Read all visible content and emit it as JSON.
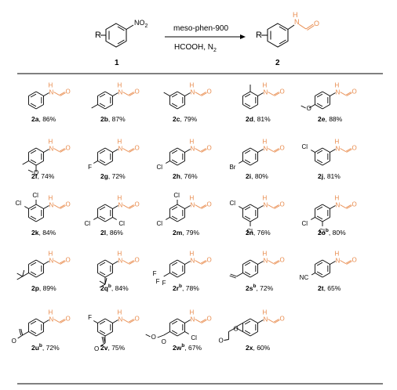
{
  "scheme": {
    "reactant": {
      "r_label": "R",
      "no2_label": "NO",
      "no2_sub": "2",
      "number": "1"
    },
    "product": {
      "r_label": "R",
      "nh_label": "N",
      "h_label": "H",
      "o_label": "O",
      "number": "2"
    },
    "conditions": {
      "top": "meso-phen-900",
      "bottom_1": "HCOOH,  N",
      "bottom_sub": "2"
    }
  },
  "colors": {
    "accent": "#e8894a",
    "bond": "#000000"
  },
  "products": [
    {
      "id": "2a",
      "sup": "",
      "yield": ", 86%",
      "subs": []
    },
    {
      "id": "2b",
      "sup": "",
      "yield": ", 87%",
      "subs": [
        {
          "p": 3,
          "t": "me"
        }
      ]
    },
    {
      "id": "2c",
      "sup": "",
      "yield": ", 79%",
      "subs": [
        {
          "p": 4,
          "t": "me"
        }
      ]
    },
    {
      "id": "2d",
      "sup": "",
      "yield": ", 81%",
      "subs": [
        {
          "p": 5,
          "t": "me"
        }
      ]
    },
    {
      "id": "2e",
      "sup": "",
      "yield": ", 88%",
      "subs": [
        {
          "p": 3,
          "t": "ome"
        }
      ]
    },
    {
      "id": "2f",
      "sup": "",
      "yield": ", 74%",
      "subs": [
        {
          "p": 2,
          "t": "ome"
        },
        {
          "p": 3,
          "t": "me"
        }
      ]
    },
    {
      "id": "2g",
      "sup": "",
      "yield": ", 72%",
      "subs": [
        {
          "p": 3,
          "t": "F"
        }
      ]
    },
    {
      "id": "2h",
      "sup": "",
      "yield": ", 76%",
      "subs": [
        {
          "p": 3,
          "t": "Cl"
        }
      ]
    },
    {
      "id": "2i",
      "sup": "",
      "yield": ", 80%",
      "subs": [
        {
          "p": 3,
          "t": "Br"
        }
      ]
    },
    {
      "id": "2j",
      "sup": "",
      "yield": ", 81%",
      "subs": [
        {
          "p": 4,
          "t": "Cl"
        }
      ]
    },
    {
      "id": "2k",
      "sup": "",
      "yield": ", 84%",
      "subs": [
        {
          "p": 5,
          "t": "Cl"
        },
        {
          "p": 4,
          "t": "Cl"
        }
      ]
    },
    {
      "id": "2l",
      "sup": "",
      "yield": ", 86%",
      "subs": [
        {
          "p": 1,
          "t": "Cl"
        },
        {
          "p": 3,
          "t": "Cl"
        }
      ]
    },
    {
      "id": "2m",
      "sup": "",
      "yield": ", 79%",
      "subs": [
        {
          "p": 3,
          "t": "Cl"
        },
        {
          "p": 5,
          "t": "Cl"
        }
      ]
    },
    {
      "id": "2n",
      "sup": "",
      "yield": ", 76%",
      "subs": [
        {
          "p": 2,
          "t": "Cl"
        },
        {
          "p": 4,
          "t": "Cl"
        }
      ]
    },
    {
      "id": "2o",
      "sup": "b",
      "yield": ", 80%",
      "subs": [
        {
          "p": 3,
          "t": "Cl"
        },
        {
          "p": 2,
          "t": "Cl"
        }
      ]
    },
    {
      "id": "2p",
      "sup": "",
      "yield": ", 89%",
      "subs": [
        {
          "p": 3,
          "t": "tbu"
        }
      ]
    },
    {
      "id": "2q",
      "sup": "b",
      "yield": ", 84%",
      "subs": [
        {
          "p": 2,
          "t": "tbu"
        }
      ]
    },
    {
      "id": "2r",
      "sup": "b",
      "yield": ", 78%",
      "subs": [
        {
          "p": 3,
          "t": "cf3"
        }
      ]
    },
    {
      "id": "2s",
      "sup": "b",
      "yield": ", 72%",
      "subs": [
        {
          "p": 3,
          "t": "vinyl"
        }
      ]
    },
    {
      "id": "2t",
      "sup": "",
      "yield": ", 65%",
      "subs": [
        {
          "p": 3,
          "t": "cn"
        }
      ]
    },
    {
      "id": "2u",
      "sup": "b",
      "yield": ", 72%",
      "subs": [
        {
          "p": 3,
          "t": "acetyl"
        }
      ]
    },
    {
      "id": "2v",
      "sup": "",
      "yield": ", 75%",
      "subs": [
        {
          "p": 2,
          "t": "acetyl"
        },
        {
          "p": 4,
          "t": "F"
        }
      ]
    },
    {
      "id": "2w",
      "sup": "b",
      "yield": ", 67%",
      "subs": [
        {
          "p": 1,
          "t": "Cl"
        },
        {
          "p": 3,
          "t": "ester"
        }
      ]
    },
    {
      "id": "2x",
      "sup": "",
      "yield": ", 60%",
      "subs": [
        {
          "p": 0,
          "t": "coumarin"
        }
      ]
    }
  ],
  "atoms": {
    "N": "N",
    "H": "H",
    "O": "O",
    "F": "F",
    "Cl": "Cl",
    "Br": "Br",
    "NC": "NC"
  }
}
